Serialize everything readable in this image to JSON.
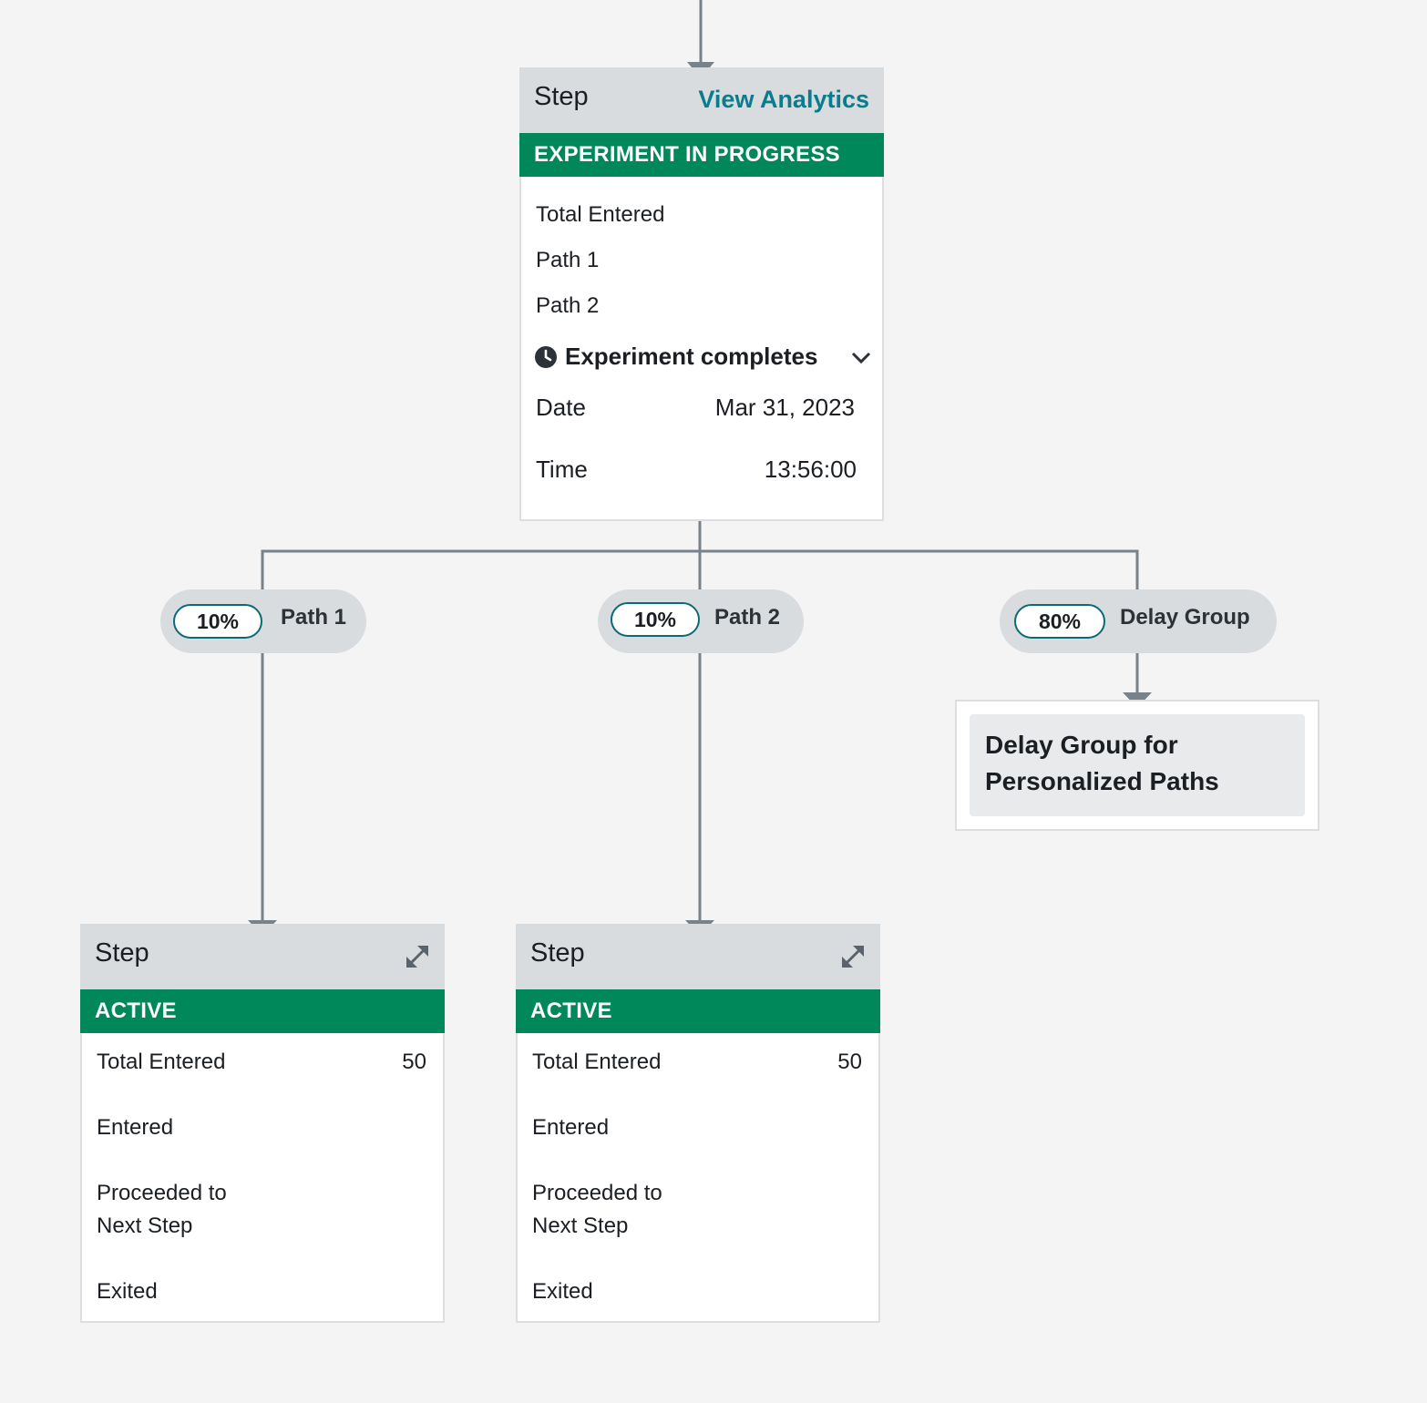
{
  "top_step": {
    "title": "Step",
    "view_analytics": "View Analytics",
    "status": "EXPERIMENT IN PROGRESS",
    "rows": [
      "Total Entered",
      "Path 1",
      "Path 2"
    ],
    "experiment_completes": "Experiment completes",
    "date_label": "Date",
    "date_value": "Mar 31, 2023",
    "time_label": "Time",
    "time_value": "13:56:00"
  },
  "branches": [
    {
      "percent": "10%",
      "label": "Path 1"
    },
    {
      "percent": "10%",
      "label": "Path 2"
    },
    {
      "percent": "80%",
      "label": "Delay Group"
    }
  ],
  "delay_group": {
    "line1": "Delay Group for",
    "line2": "Personalized Paths"
  },
  "path_steps": [
    {
      "title": "Step",
      "status": "ACTIVE",
      "total_entered_label": "Total Entered",
      "total_entered_value": "50",
      "entered_label": "Entered",
      "proceeded_line1": "Proceeded to",
      "proceeded_line2": "Next Step",
      "exited_label": "Exited"
    },
    {
      "title": "Step",
      "status": "ACTIVE",
      "total_entered_label": "Total Entered",
      "total_entered_value": "50",
      "entered_label": "Entered",
      "proceeded_line1": "Proceeded to",
      "proceeded_line2": "Next Step",
      "exited_label": "Exited"
    }
  ],
  "icons": {
    "clock": "clock-icon",
    "chevron": "chevron-down-icon",
    "expand": "expand-icon"
  },
  "colors": {
    "status_green": "#00875a",
    "link_teal": "#0a7c8c",
    "connector": "#78828a",
    "header_gray": "#d9dcdf"
  }
}
